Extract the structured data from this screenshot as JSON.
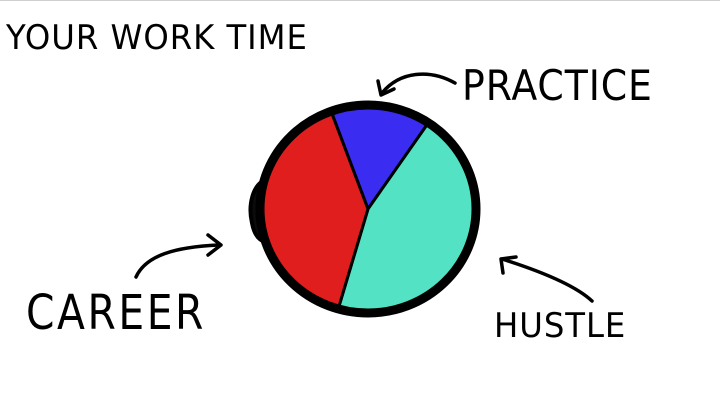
{
  "chart_data": {
    "type": "pie",
    "title": "YOUR WORK TIME",
    "categories": [
      "PRACTICE",
      "HUSTLE",
      "CAREER"
    ],
    "values": [
      15,
      45,
      40
    ],
    "colors": [
      "#3a2cf0",
      "#53e3c4",
      "#e01e1e"
    ],
    "outline_color": "#000000",
    "legend": "none"
  }
}
